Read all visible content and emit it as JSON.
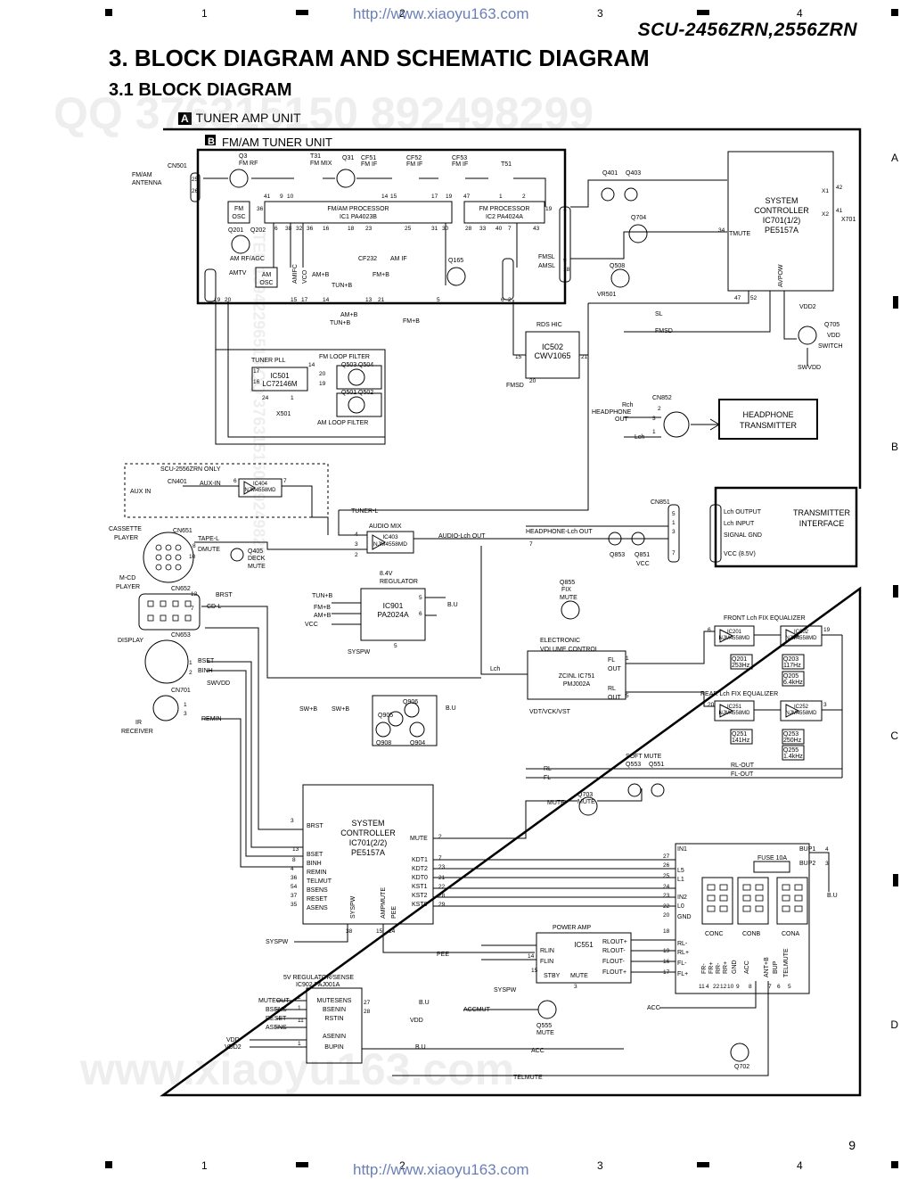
{
  "header": {
    "col_numbers": [
      "1",
      "2",
      "3",
      "4"
    ],
    "url": "http://www.xiaoyu163.com",
    "model": "SCU-2456ZRN,2556ZRN",
    "title": "3. BLOCK DIAGRAM AND SCHEMATIC DIAGRAM",
    "subtitle": "3.1 BLOCK DIAGRAM"
  },
  "row_letters": [
    "A",
    "B",
    "C",
    "D"
  ],
  "page_number": "9",
  "units": {
    "a_tag": "A",
    "a_label": "TUNER AMP UNIT",
    "b_tag": "B",
    "b_label": "FM/AM TUNER UNIT"
  },
  "blocks": {
    "fm_proc": [
      "FM/AM PROCESSOR",
      "IC1   PA4023B"
    ],
    "fm_proc2": [
      "FM PROCESSOR",
      "IC2   PA4024A"
    ],
    "sys_ctrl1": [
      "SYSTEM",
      "CONTROLLER",
      "IC701(1/2)",
      "PE5157A"
    ],
    "fm_osc": [
      "FM",
      "OSC"
    ],
    "am_osc": [
      "AM",
      "OSC"
    ],
    "pll": [
      "IC501",
      "LC72146M"
    ],
    "rds": [
      "IC502",
      "CWV1065"
    ],
    "headphone_tx": [
      "HEADPHONE",
      "TRANSMITTER"
    ],
    "tx_if": [
      "TRANSMITTER",
      "INTERFACE"
    ],
    "tx_pins": [
      "Lch OUTPUT",
      "Lch INPUT",
      "SIGNAL GND",
      "VCC (8.5V)"
    ],
    "ic404": [
      "IC404",
      "NJM4558MD"
    ],
    "ic403": [
      "IC403",
      "NJM4558MD"
    ],
    "ic901": [
      "IC901",
      "PA2024A"
    ],
    "ic751": [
      "ZCINL   IC751",
      "PMJ002A"
    ],
    "ic201": [
      "IC201",
      "NJM4558MD"
    ],
    "ic202": [
      "IC202",
      "NJM4558MD"
    ],
    "ic251": [
      "IC251",
      "NJM4558MD"
    ],
    "ic252": [
      "IC252",
      "NJM4558MD"
    ],
    "sys_ctrl2": [
      "SYSTEM",
      "CONTROLLER",
      "IC701(2/2)",
      "PE5157A"
    ],
    "ic551": [
      "IC551"
    ],
    "ic902": [
      "MUTESENS",
      "BSENIN",
      "RSTIN",
      "ASENIN",
      "BUPIN"
    ]
  },
  "labels": [
    "Q3",
    "FM RF",
    "T31",
    "FM MIX",
    "Q31",
    "CF51",
    "FM IF",
    "CF52",
    "FM IF",
    "CF53",
    "FM IF",
    "T51",
    "FM/AM",
    "ANTENNA",
    "CN501",
    "Q201",
    "Q202",
    "AM RF/AGC",
    "CF232",
    "AM IF",
    "AMTV",
    "AMIFC",
    "VCO",
    "AM+B",
    "FM+B",
    "TUN+B",
    "FMSL",
    "AMSL",
    "Q165",
    "Q401",
    "Q403",
    "Q704",
    "TMUTE",
    "Q508",
    "VR501",
    "SL",
    "FMSD",
    "AVPOW",
    "X701",
    "VDD2",
    "Q705",
    "VDD",
    "SWITCH",
    "SWVDD",
    "AM+B",
    "TUN+B",
    "FM+B",
    "TUNER PLL",
    "FM LOOP FILTER",
    "Q503",
    "Q504",
    "Q501",
    "Q502",
    "AM LOOP FILTER",
    "X501",
    "RDS HIC",
    "FMSD",
    "Rch",
    "HEADPHONE",
    "OUT",
    "Lch",
    "CN852",
    "SCU-2556ZRN ONLY",
    "AUX IN",
    "CN401",
    "AUX-IN",
    "TUNER-L",
    "CN851",
    "CASSETTE",
    "PLAYER",
    "CN651",
    "TAPE-L",
    "DMUTE",
    "Q405",
    "DECK",
    "MUTE",
    "AUDIO MIX",
    "AUDIO-Lch OUT",
    "HEADPHONE-Lch OUT",
    "Q853",
    "Q851",
    "VCC",
    "M-CD",
    "PLAYER",
    "CN652",
    "BRST",
    "CD-L",
    "8.4V",
    "REGULATOR",
    "TUN+B",
    "FM+B",
    "AM+B",
    "VCC",
    "B.U",
    "Q855",
    "FIX",
    "MUTE",
    "FRONT Lch FIX EQUALIZER",
    "Q201",
    "253Hz",
    "Q203",
    "117Hz",
    "Q205",
    "6.4kHz",
    "DISPLAY",
    "CN653",
    "BSET",
    "BINH",
    "SYSPW",
    "ELECTRONIC",
    "VOLUME CONTROL",
    "Lch",
    "FL",
    "OUT",
    "RL",
    "OUT",
    "REAR Lch FIX EQUALIZER",
    "Q251",
    "141Hz",
    "Q253",
    "250Hz",
    "Q255",
    "1.4kHz",
    "CN701",
    "SWVDD",
    "REMIN",
    "IR",
    "RECEIVER",
    "SW+B",
    "SW+B",
    "B.U",
    "Q906",
    "Q905",
    "Q908",
    "Q904",
    "VDT/VCK/VST",
    "SOFT MUTE",
    "Q553",
    "Q551",
    "RL",
    "FL",
    "RL-OUT",
    "FL-OUT",
    "Q703",
    "MUTE",
    "MUTE",
    "BRST",
    "BSET",
    "BINH",
    "REMIN",
    "TELMUT",
    "BSENS",
    "RESET",
    "ASENS",
    "SYSPW",
    "AMPMUTE",
    "PEE",
    "MUTE",
    "KDT1",
    "KDT2",
    "KDT0",
    "KST1",
    "KST2",
    "KST0",
    "BUP1",
    "BUP2",
    "FUSE 10A",
    "B.U",
    "IN1",
    "L5",
    "IN2",
    "L1",
    "L0",
    "GND",
    "CONC",
    "CONB",
    "CONA",
    "POWER AMP",
    "RLIN",
    "FLIN",
    "STBY",
    "MUTE",
    "RLOUT+",
    "RLOUT-",
    "FLOUT-",
    "FLOUT+",
    "RL-",
    "RL+",
    "FL-",
    "FL+",
    "FR-",
    "FR+",
    "RR-",
    "RR+",
    "GND",
    "ACC",
    "ANT+B",
    "BUP",
    "TELMUTE",
    "SYSPW",
    "PEE",
    "ACCMUT",
    "ACC",
    "Q555",
    "MUTE",
    "5V REGULATOR/SENSE",
    "IC902 PAJ001A",
    "MUTEOUT",
    "BSENS",
    "RESET",
    "ASENS",
    "VDD",
    "VDD2",
    "B.U",
    "VDD",
    "B.U",
    "ACC",
    "Q702",
    "TELMUTE",
    "SYSPW"
  ],
  "pins": [
    "25",
    "26",
    "41",
    "9",
    "10",
    "14",
    "15",
    "17",
    "19",
    "47",
    "1",
    "2",
    "36",
    "19",
    "7",
    "6",
    "38",
    "32",
    "36",
    "16",
    "18",
    "23",
    "25",
    "31",
    "30",
    "28",
    "33",
    "40",
    "7",
    "43",
    "9",
    "18",
    "34",
    "47",
    "52",
    "42",
    "41",
    "X1",
    "X2",
    "19",
    "20",
    "15",
    "17",
    "14",
    "13",
    "21",
    "5",
    "6",
    "2",
    "17",
    "16",
    "14",
    "20",
    "19",
    "24",
    "1",
    "15",
    "21",
    "20",
    "2",
    "3",
    "1",
    "6",
    "7",
    "5",
    "1",
    "3",
    "7",
    "8",
    "10",
    "12",
    "7",
    "4",
    "3",
    "2",
    "5",
    "6",
    "5",
    "7",
    "1",
    "5",
    "6",
    "19",
    "20",
    "3",
    "1",
    "3",
    "1",
    "2",
    "3",
    "13",
    "8",
    "4",
    "36",
    "54",
    "37",
    "35",
    "38",
    "15",
    "14",
    "2",
    "7",
    "23",
    "21",
    "22",
    "28",
    "29",
    "27",
    "26",
    "25",
    "24",
    "23",
    "22",
    "20",
    "18",
    "19",
    "16",
    "17",
    "14",
    "15",
    "3",
    "11",
    "4",
    "22",
    "12",
    "10",
    "9",
    "8",
    "7",
    "6",
    "5",
    "4",
    "3",
    "2",
    "1",
    "27",
    "28",
    "11",
    "1",
    "12",
    "13",
    "5",
    "3",
    "2",
    "4"
  ],
  "watermarks": [
    "QQ 376315150   892498299",
    "www.xiaoyu163.com",
    "TEL 13942296513  QQ 376315150  892498299"
  ]
}
